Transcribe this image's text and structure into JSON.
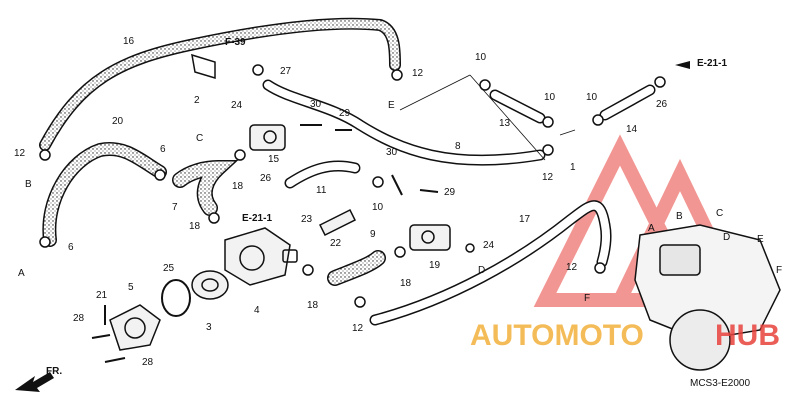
{
  "diagram": {
    "code": "MCS3-E2000",
    "front_label": "FR.",
    "refs": {
      "f39": "F-39",
      "e21_left": "E-21-1",
      "e21_right": "E-21-1"
    },
    "part_numbers": {
      "p1": "1",
      "p2": "2",
      "p3": "3",
      "p4": "4",
      "p5": "5",
      "p6a": "6",
      "p6b": "6",
      "p7": "7",
      "p8": "8",
      "p9": "9",
      "p10a": "10",
      "p10b": "10",
      "p10c": "10",
      "p10d": "10",
      "p11": "11",
      "p12a": "12",
      "p12b": "12",
      "p12c": "12",
      "p12d": "12",
      "p12e": "12",
      "p13": "13",
      "p14": "14",
      "p15": "15",
      "p16": "16",
      "p17": "17",
      "p18a": "18",
      "p18b": "18",
      "p18c": "18",
      "p18d": "18",
      "p19": "19",
      "p20": "20",
      "p21": "21",
      "p22": "22",
      "p23": "23",
      "p24a": "24",
      "p24b": "24",
      "p25": "25",
      "p26a": "26",
      "p26b": "26",
      "p27": "27",
      "p28a": "28",
      "p28b": "28",
      "p29a": "29",
      "p29b": "29",
      "p30a": "30",
      "p30b": "30"
    },
    "letters": {
      "A": "A",
      "B": "B",
      "C": "C",
      "D": "D",
      "E": "E",
      "F": "F",
      "A2": "A",
      "B2": "B",
      "C2": "C",
      "D2": "D",
      "E2": "E",
      "F2": "F"
    }
  },
  "watermark": {
    "text_auto": "AUTOMOTO",
    "text_hub": "HUB",
    "color": "#e8423c",
    "accent": "#f3b13c"
  }
}
